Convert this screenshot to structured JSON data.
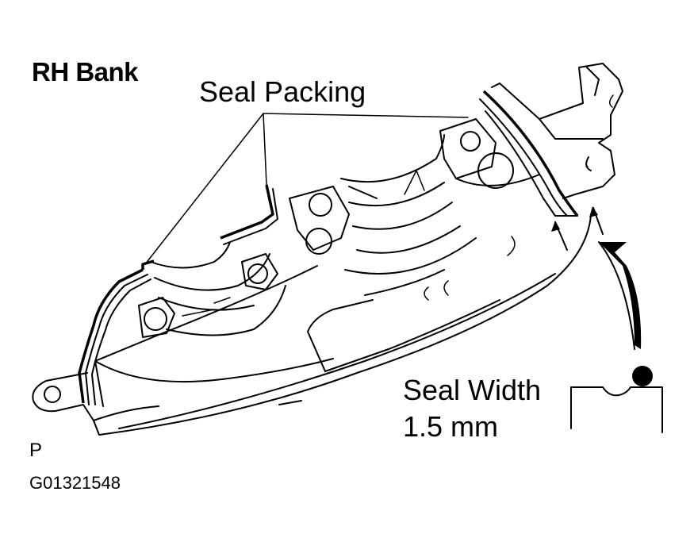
{
  "diagram": {
    "title": "RH Bank",
    "subject": "Timing belt rear cover / cylinder head housing with seal packing",
    "labels": {
      "seal_packing": "Seal Packing",
      "seal_width_line1": "Seal Width",
      "seal_width_line2": "1.5 mm"
    },
    "page_marker": "P",
    "figure_id": "G01321548",
    "colors": {
      "background": "#ffffff",
      "line": "#000000"
    },
    "callouts": [
      {
        "label": "Seal Packing",
        "leaders": 3
      },
      {
        "label": "Seal Width 1.5 mm",
        "arrow": "curved-bold",
        "detail": "seal-bead-cross-section"
      }
    ]
  }
}
